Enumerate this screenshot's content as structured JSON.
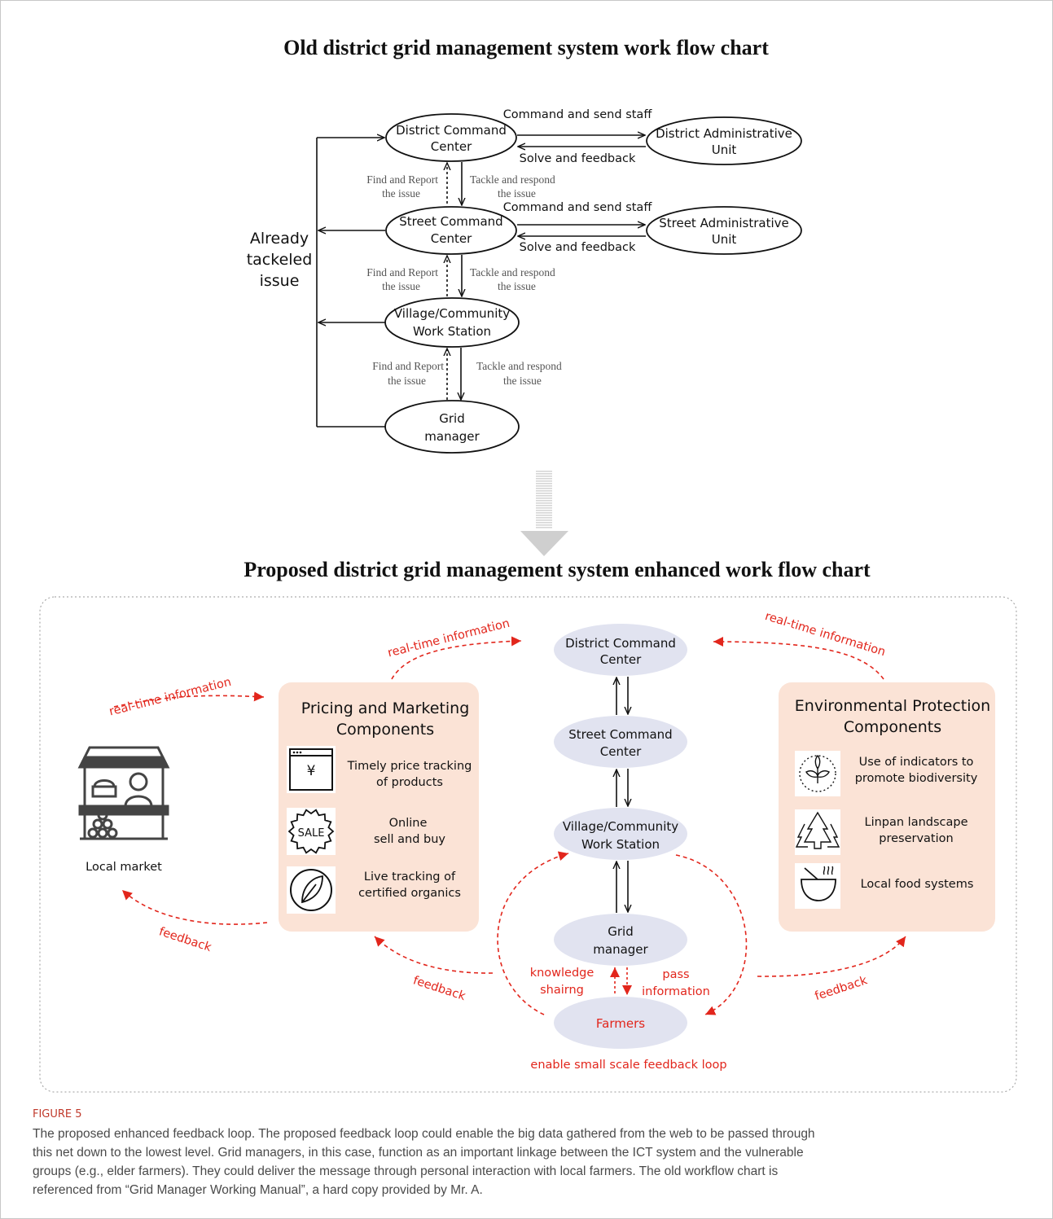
{
  "old_chart": {
    "title": "Old district grid management system work flow chart",
    "nodes": {
      "district_cc": [
        "District Command",
        "Center"
      ],
      "district_au": [
        "District Administrative",
        "Unit"
      ],
      "street_cc": [
        "Street Command",
        "Center"
      ],
      "street_au": [
        "Street Administrative",
        "Unit"
      ],
      "village": [
        "Village/Community",
        "Work Station"
      ],
      "grid": [
        "Grid",
        "manager"
      ]
    },
    "edges": {
      "command_send": "Command and send staff",
      "solve_feedback": "Solve and feedback",
      "find_report": [
        "Find and Report",
        "the issue"
      ],
      "tackle_respond": [
        "Tackle and respond",
        "the issue"
      ]
    },
    "side_label": [
      "Already",
      "tackeled",
      "issue"
    ]
  },
  "new_chart": {
    "title": "Proposed district grid management system enhanced work flow chart",
    "nodes": {
      "district_cc": [
        "District Command",
        "Center"
      ],
      "street_cc": [
        "Street Command",
        "Center"
      ],
      "village": [
        "Village/Community",
        "Work Station"
      ],
      "grid": [
        "Grid",
        "manager"
      ],
      "farmers": "Farmers"
    },
    "local_market": "Local market",
    "pricing_panel": {
      "title": [
        "Pricing and Marketing",
        "Components"
      ],
      "items": [
        {
          "icon": "yuan-price-window-icon",
          "glyph": "¥",
          "text": [
            "Timely price tracking",
            "of products"
          ]
        },
        {
          "icon": "sale-badge-icon",
          "glyph": "SALE",
          "text": [
            "Online",
            "sell and buy"
          ]
        },
        {
          "icon": "organic-leaf-icon",
          "glyph": "",
          "text": [
            "Live tracking of",
            "certified organics"
          ]
        }
      ]
    },
    "environment_panel": {
      "title": [
        "Environmental Protection",
        "Components"
      ],
      "items": [
        {
          "icon": "biodiversity-leaves-icon",
          "text": [
            "Use of indicators to",
            "promote biodiversity"
          ]
        },
        {
          "icon": "pine-trees-icon",
          "text": [
            "Linpan landscape",
            "preservation"
          ]
        },
        {
          "icon": "food-bowl-icon",
          "text": [
            "Local food systems"
          ]
        }
      ]
    },
    "red_labels": {
      "realtime": "real-time information",
      "feedback": "feedback",
      "knowledge": [
        "knowledge",
        "shairng"
      ],
      "pass": [
        "pass",
        "information"
      ],
      "small_loop": "enable small scale feedback loop"
    },
    "colors": {
      "accent_red": "#e2261c",
      "panel_fill": "#fbe3d6",
      "node_fill": "#e1e3f0"
    }
  },
  "caption": {
    "label": "FIGURE 5",
    "lines": [
      "The proposed enhanced feedback loop. The proposed feedback loop could enable the big data gathered from the web to be passed through",
      "this net down to the lowest level. Grid managers, in this case, function as an important linkage between the ICT system and the vulnerable",
      "groups (e.g., elder farmers). They could deliver the message through personal interaction with local farmers. The old workflow chart is",
      "referenced from “Grid Manager Working Manual”, a hard copy provided by Mr. A."
    ]
  }
}
